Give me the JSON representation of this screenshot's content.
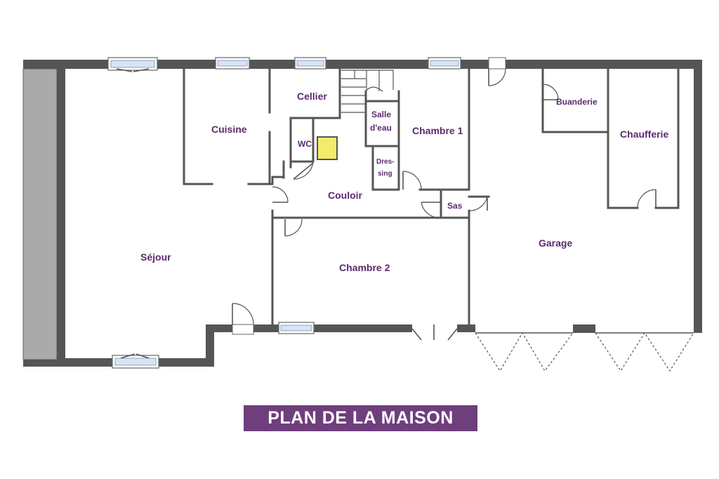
{
  "rooms": {
    "sejour": "Séjour",
    "cuisine": "Cuisine",
    "cellier": "Cellier",
    "wc": "WC",
    "salle_eau_line1": "Salle",
    "salle_eau_line2": "d'eau",
    "chambre1": "Chambre 1",
    "dressing_line1": "Dres-",
    "dressing_line2": "sing",
    "couloir": "Couloir",
    "sas": "Sas",
    "chambre2": "Chambre 2",
    "garage": "Garage",
    "buanderie": "Buanderie",
    "chaufferie": "Chaufferie"
  },
  "title": "PLAN DE LA MAISON",
  "colors": {
    "wall": "#555555",
    "label": "#5b2a6e",
    "title_bg": "#6e3f7c",
    "title_text": "#ffffff",
    "highlight_box": "#f2ec6a",
    "terrace_pillar": "#aaaaaa"
  }
}
